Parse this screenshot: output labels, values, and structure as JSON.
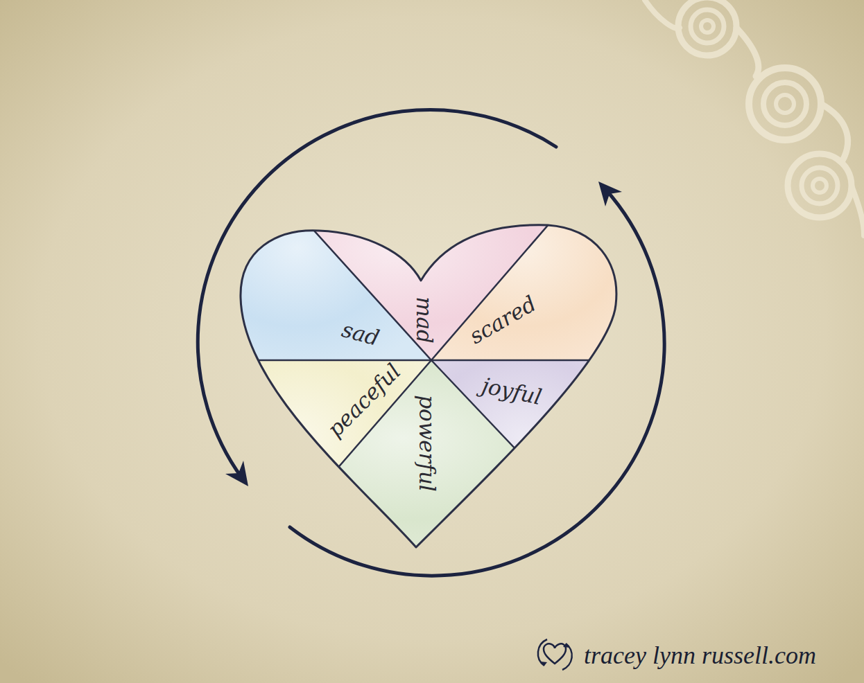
{
  "diagram": {
    "nodes": [
      {
        "text": [
          "sad"
        ]
      },
      {
        "text": [
          "mad"
        ]
      },
      {
        "text": [
          "scared"
        ]
      },
      {
        "text": [
          "peaceful"
        ]
      },
      {
        "text": [
          "powerful"
        ]
      },
      {
        "text": [
          "joyful"
        ]
      }
    ],
    "labels": [
      "tracey lynn russell.com"
    ]
  }
}
